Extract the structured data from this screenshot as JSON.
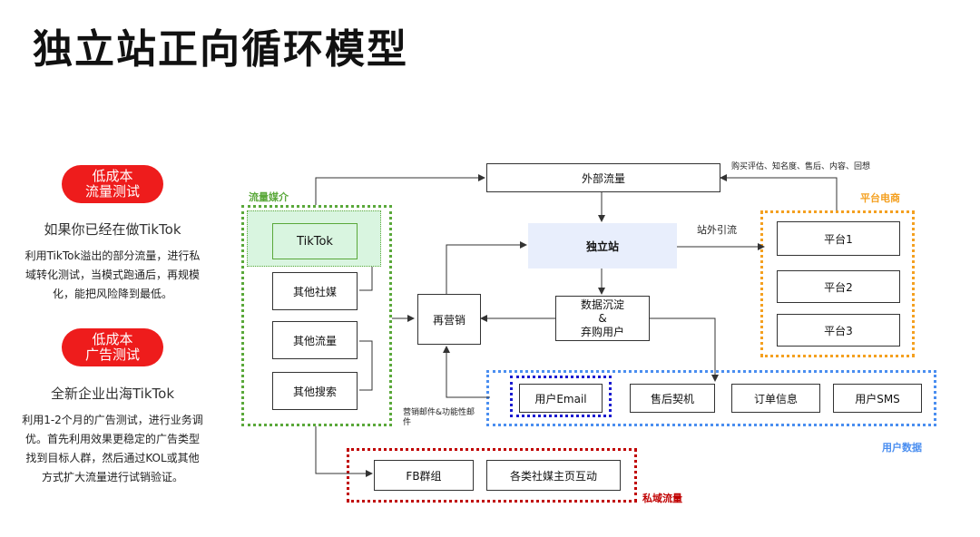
{
  "title": "独立站正向循环模型",
  "left": {
    "section1": {
      "pill": [
        "低成本",
        "流量测试"
      ],
      "subtitle": "如果你已经在做TikTok",
      "desc": [
        "利用TikTok溢出的部分流量，进行私",
        "域转化测试，当模式跑通后，再规模",
        "化，能把风险降到最低。"
      ]
    },
    "section2": {
      "pill": [
        "低成本",
        "广告测试"
      ],
      "subtitle": "全新企业出海TikTok",
      "desc": [
        "利用1-2个月的广告测试，进行业务调",
        "优。首先利用效果更稳定的广告类型",
        "找到目标人群，然后通过KOL或其他",
        "方式扩大流量进行试销验证。"
      ]
    }
  },
  "groups": {
    "traffic_media": "流量媒介",
    "platform_ecom": "平台电商",
    "user_data": "用户数据",
    "private_traffic": "私域流量"
  },
  "nodes": {
    "external_traffic": "外部流量",
    "site": "独立站",
    "data_line1": "数据沉淀",
    "data_line2": "&",
    "data_line3": "弃购用户",
    "remarketing": "再营销",
    "tiktok": "TikTok",
    "other_social": "其他社媒",
    "other_traffic": "其他流量",
    "other_search": "其他搜索",
    "platform1": "平台1",
    "platform2": "平台2",
    "platform3": "平台3",
    "user_email": "用户Email",
    "after_sales": "售后契机",
    "order_info": "订单信息",
    "user_sms": "用户SMS",
    "fb_group": "FB群组",
    "social_interaction": "各类社媒主页互动"
  },
  "labels": {
    "platform_feedback": "购买评估、知名度、售后、内容、回想",
    "offsite": "站外引流",
    "marketing_email": [
      "营销邮件&功能性邮",
      "件"
    ]
  },
  "colors": {
    "red": "#ee1c1c",
    "green": "#5aa83a",
    "orange": "#f4a020",
    "blue": "#4a8ef0",
    "navy": "#1a1ad0",
    "darkred": "#c00000",
    "site_fill": "#e8eefc",
    "tiktok_fill": "#d9f5e0"
  }
}
